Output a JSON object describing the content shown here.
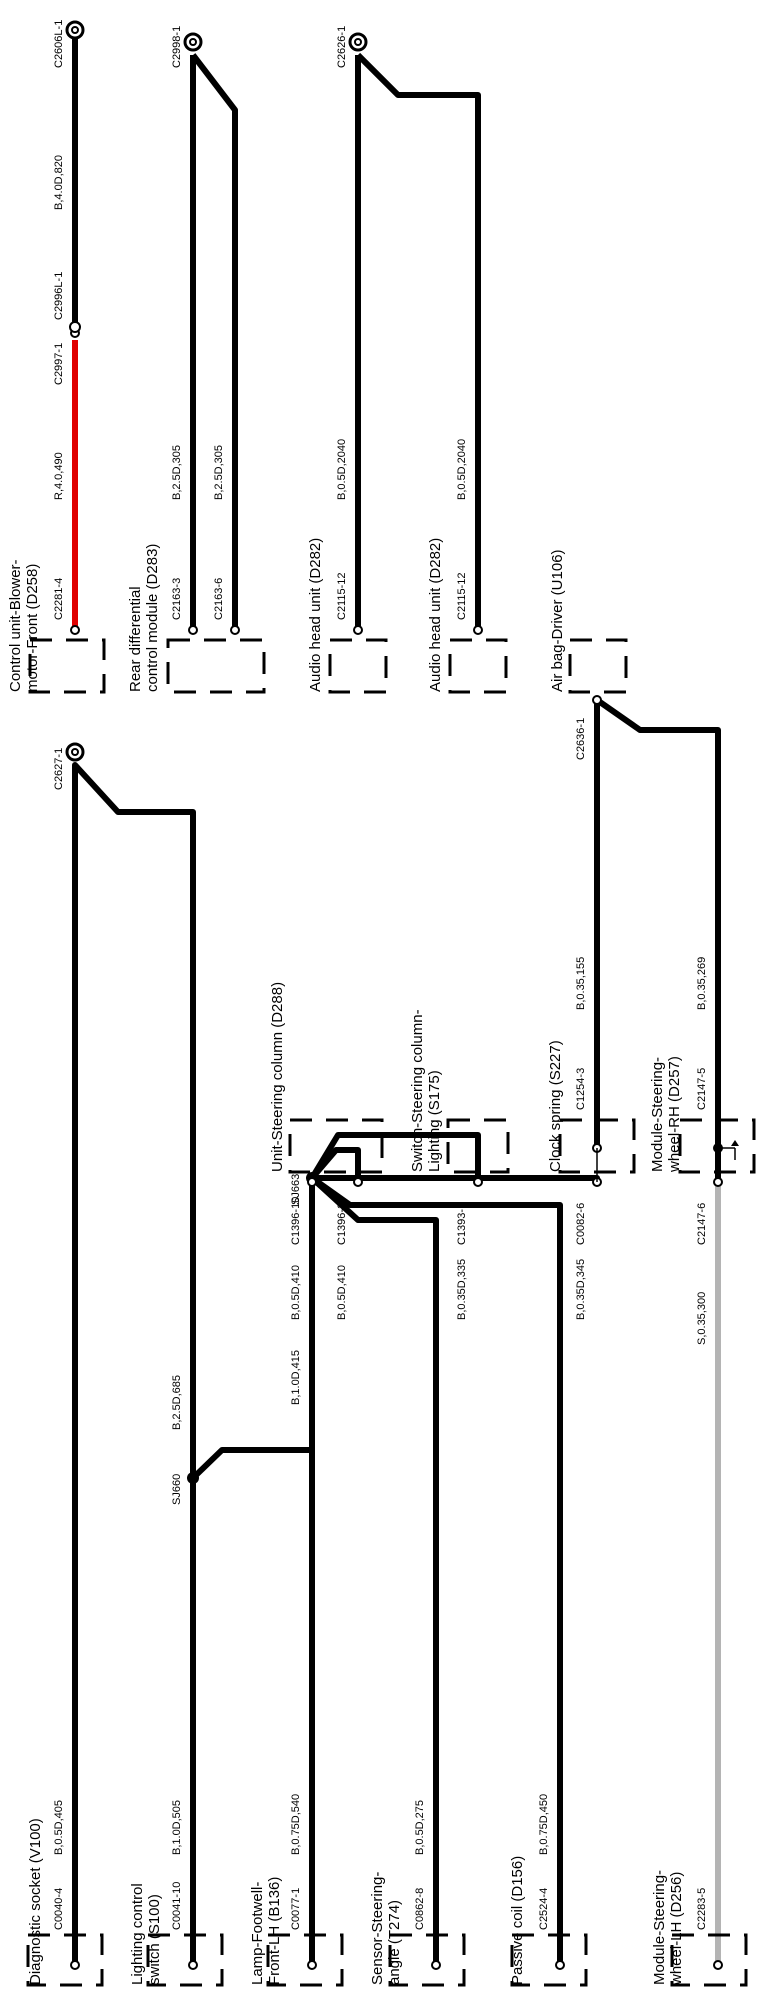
{
  "components": {
    "diagnostic_socket": "Diagnostic socket (V100)",
    "lighting_switch_1": "Lighting control",
    "lighting_switch_2": "switch (S100)",
    "lamp_footwell_1": "Lamp-Footwell-",
    "lamp_footwell_2": "Front-LH (B136)",
    "sensor_steering_1": "Sensor-Steering-",
    "sensor_steering_2": "angle (T274)",
    "passive_coil": "Passive coil (D156)",
    "module_sw_lh_1": "Module-Steering-",
    "module_sw_lh_2": "wheel-LH (D256)",
    "unit_steering": "Unit-Steering column (D288)",
    "switch_steering_1": "Switch-Steering column-",
    "switch_steering_2": "Lighting (S175)",
    "clock_spring": "Clock spring (S227)",
    "module_sw_rh_1": "Module-Steering-",
    "module_sw_rh_2": "wheel-RH (D257)",
    "control_blower_1": "Control unit-Blower-",
    "control_blower_2": "motor-Front (D258)",
    "rear_diff_1": "Rear differential",
    "rear_diff_2": "control module (D283)",
    "audio_head_a": "Audio head unit (D282)",
    "audio_head_b": "Audio head unit (D282)",
    "airbag_driver": "Air bag-Driver (U106)"
  },
  "pins": {
    "c0040_4": "C0040-4",
    "c0041_10": "C0041-10",
    "c0077_1": "C0077-1",
    "c0862_8": "C0862-8",
    "c2524_4": "C2524-4",
    "c2283_5": "C2283-5",
    "c2627_1": "C2627-1",
    "c1396_10": "C1396-10",
    "c1396_2": "C1396-2",
    "c1393_1": "C1393-1",
    "c0082_6": "C0082-6",
    "c1254_3": "C1254-3",
    "c2147_6": "C2147-6",
    "c2147_5": "C2147-5",
    "c2636_1": "C2636-1",
    "c2281_4": "C2281-4",
    "c2997_1": "C2997-1",
    "c2996l_1": "C2996L-1",
    "c2606l_1": "C2606L-1",
    "c2163_3": "C2163-3",
    "c2163_6": "C2163-6",
    "c2998_1": "C2998-1",
    "c2115_12a": "C2115-12",
    "c2115_12b": "C2115-12",
    "c2626_1": "C2626-1"
  },
  "splices": {
    "sj660": "SJ660",
    "sj663": "SJ663"
  },
  "wires": {
    "w_diag": "B,0.5D,405",
    "w_light": "B,1.0D,505",
    "w_lamp": "B,0.75D,540",
    "w_sensor": "B,0.5D,275",
    "w_passive": "B,0.75D,450",
    "w_lh": "S,0.35,300",
    "w_sj660_up": "B,2.5D,685",
    "w_sj663": "B,1.0D,415",
    "w_1396_10": "B,0.5D,410",
    "w_1396_2": "B,0.5D,410",
    "w_1393": "B,0.35D,335",
    "w_0082": "B,0.35D,345",
    "w_1254": "B,0.35,155",
    "w_2147_5": "B,0.35,269",
    "w_blower_red": "R,4.0,490",
    "w_blower_top": "B,4.0D,820",
    "w_rear_a": "B,2.5D,305",
    "w_rear_b": "B,2.5D,305",
    "w_audio_a": "B,0.5D,2040",
    "w_audio_b": "B,0.5D,2040"
  },
  "colors": {
    "wire_black": "#000000",
    "wire_red": "#e00000",
    "wire_grey": "#b4b4b4"
  }
}
